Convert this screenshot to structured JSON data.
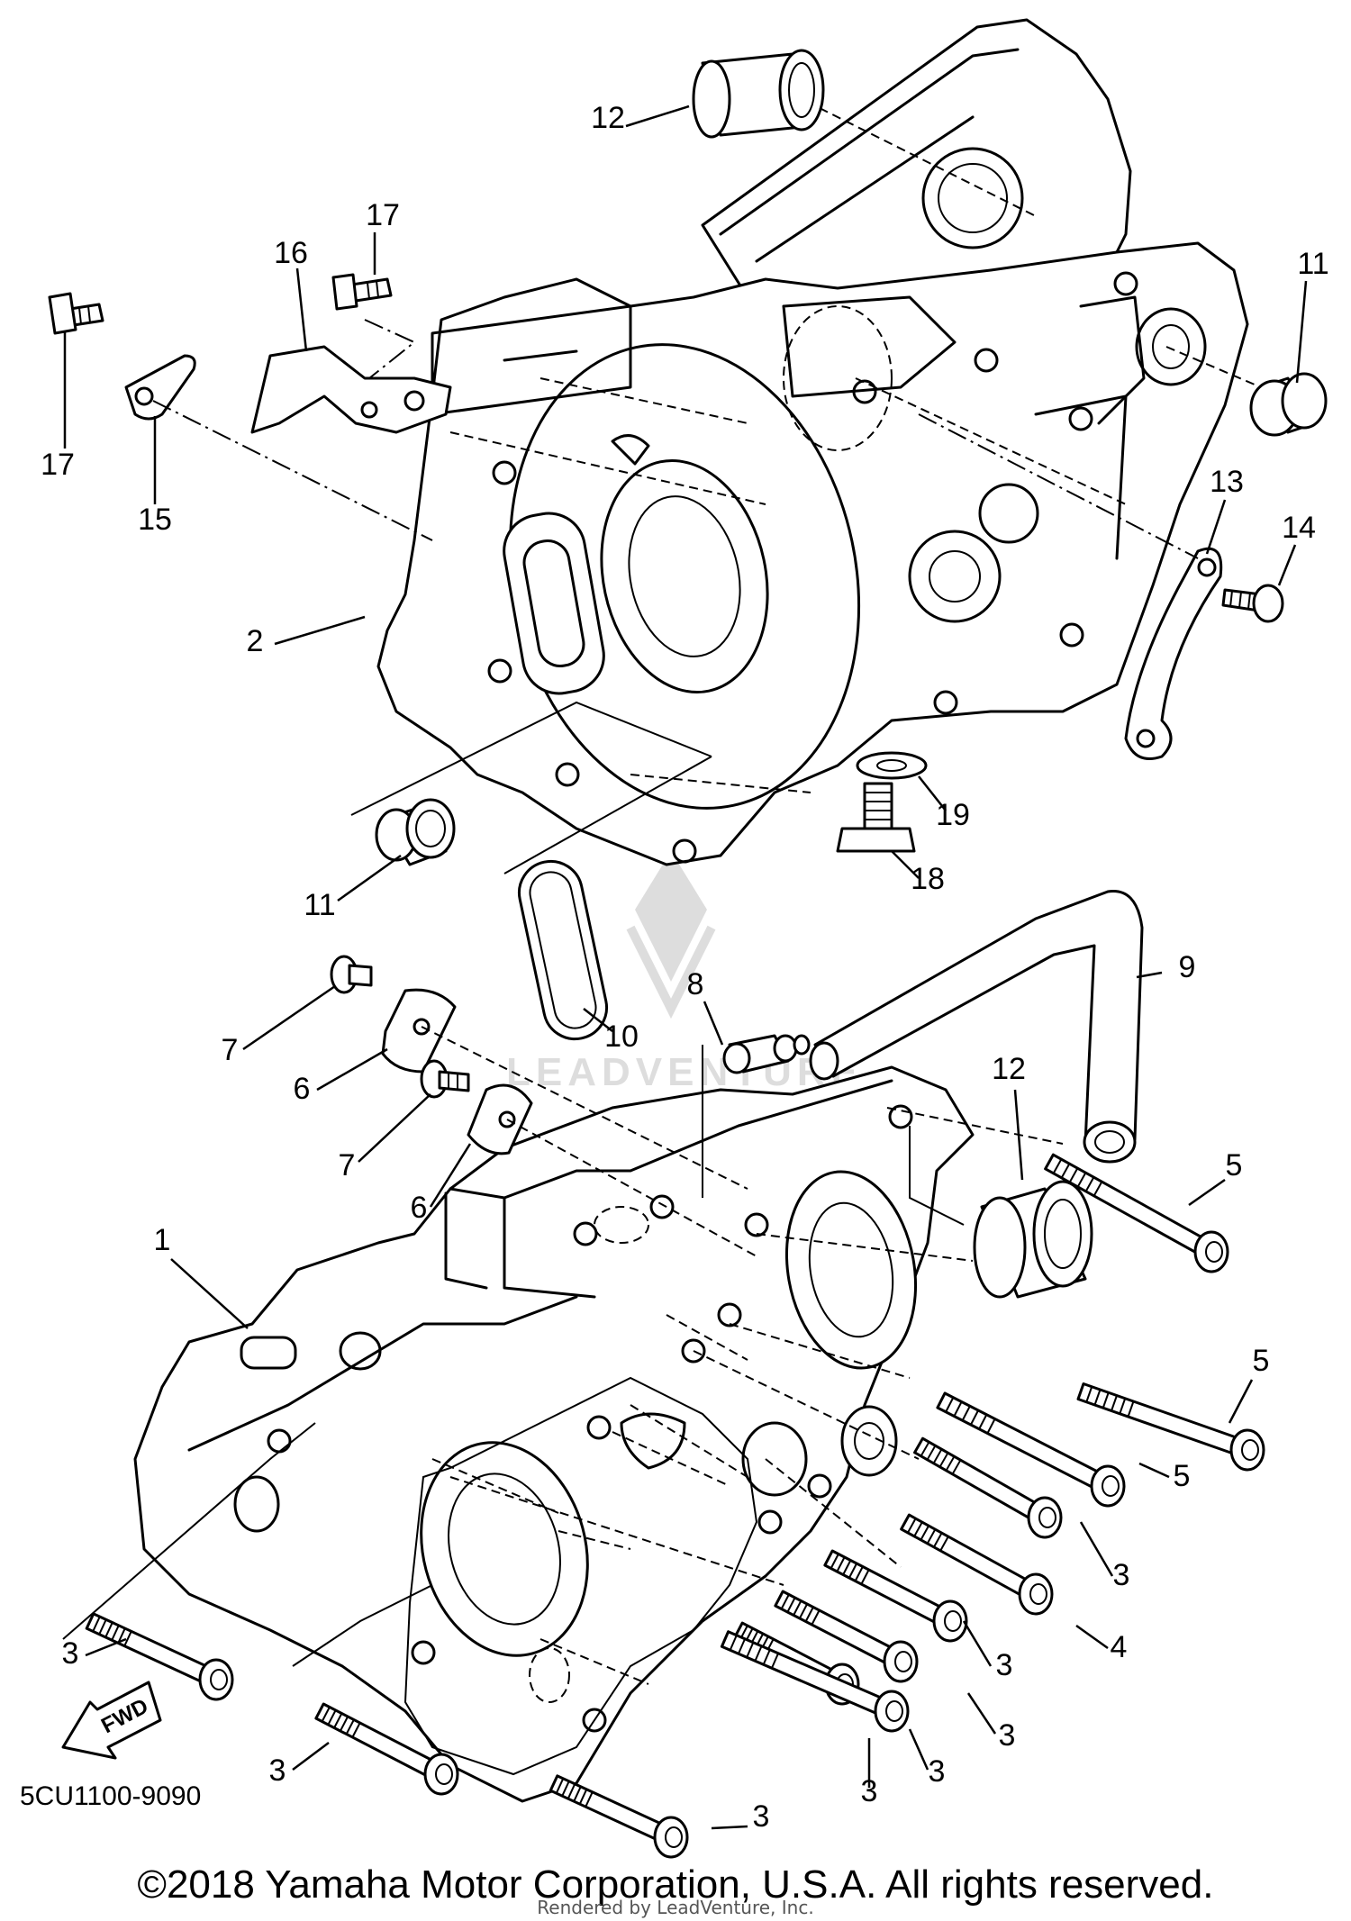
{
  "diagram": {
    "document_code": "5CU1100-9090",
    "copyright": "©2018 Yamaha Motor Corporation, U.S.A. All rights reserved.",
    "render_credit": "Rendered by LeadVenture, Inc.",
    "watermark_text": "LEADVENTURE",
    "direction_marker": "FWD",
    "callouts": [
      "12",
      "17",
      "16",
      "11",
      "17",
      "15",
      "13",
      "14",
      "2",
      "19",
      "18",
      "11",
      "8",
      "9",
      "7",
      "10",
      "6",
      "12",
      "7",
      "6",
      "5",
      "1",
      "5",
      "5",
      "3",
      "3",
      "3",
      "3",
      "4",
      "3",
      "3",
      "3",
      "3",
      "3"
    ]
  }
}
